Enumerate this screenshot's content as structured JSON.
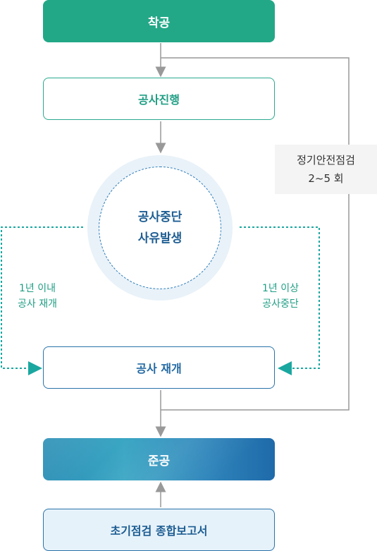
{
  "steps": {
    "start": "착공",
    "progress": "공사진행",
    "stop_reason_line1": "공사중단",
    "stop_reason_line2": "사유발생",
    "resume": "공사 재개",
    "complete": "준공",
    "report": "초기점검 종합보고서"
  },
  "branches": {
    "left_line1": "1년 이내",
    "left_line2": "공사 재개",
    "right_line1": "1년 이상",
    "right_line2": "공사중단"
  },
  "inspection": {
    "line1": "정기안전점검",
    "line2": "2~5 회"
  },
  "colors": {
    "start": "#22a887",
    "teal": "#1f9e84",
    "blue": "#246aa3",
    "complete": "#2f86bb",
    "report_bg": "#e6f2fa",
    "arrow_gray": "#999999",
    "dotted_teal": "#1aa7a0"
  }
}
